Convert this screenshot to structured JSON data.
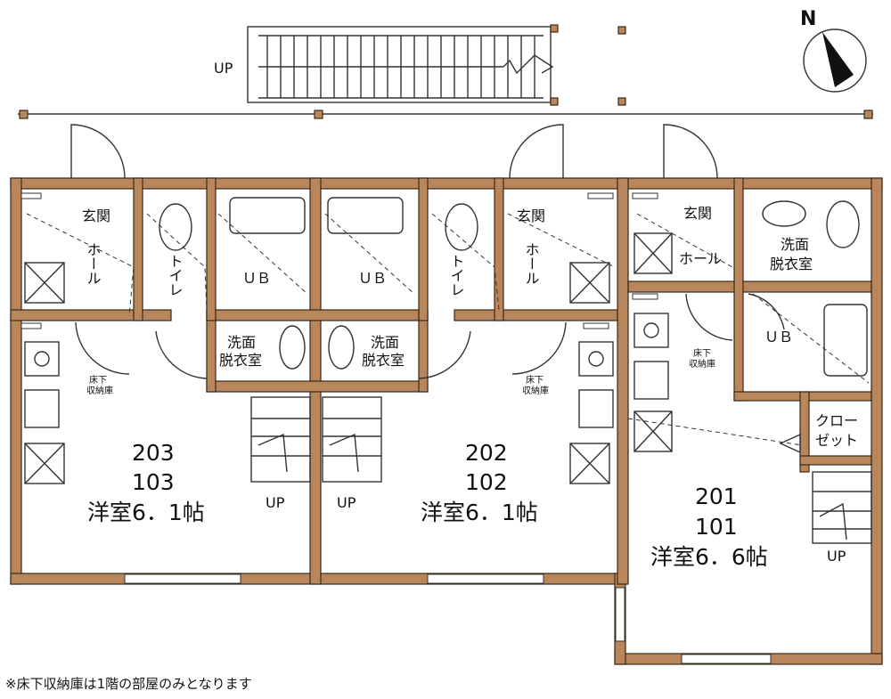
{
  "colors": {
    "wall": "#b8865a",
    "line": "#333333",
    "background": "#ffffff"
  },
  "compass": {
    "label": "N"
  },
  "labels": {
    "stair_up": "UP",
    "genkan": "玄関",
    "hall": "ホール",
    "toilet": "トイレ",
    "ub": "ＵＢ",
    "washroom_1": "洗面",
    "washroom_2": "脱衣室",
    "underfloor_1": "床下",
    "underfloor_2": "収納庫",
    "closet_1": "クロー",
    "closet_2": "ゼット"
  },
  "units": [
    {
      "upper": "203",
      "lower": "103",
      "room": "洋室6．1帖"
    },
    {
      "upper": "202",
      "lower": "102",
      "room": "洋室6．1帖"
    },
    {
      "upper": "201",
      "lower": "101",
      "room": "洋室6．6帖"
    }
  ],
  "footnote": "※床下収納庫は1階の部屋のみとなります"
}
